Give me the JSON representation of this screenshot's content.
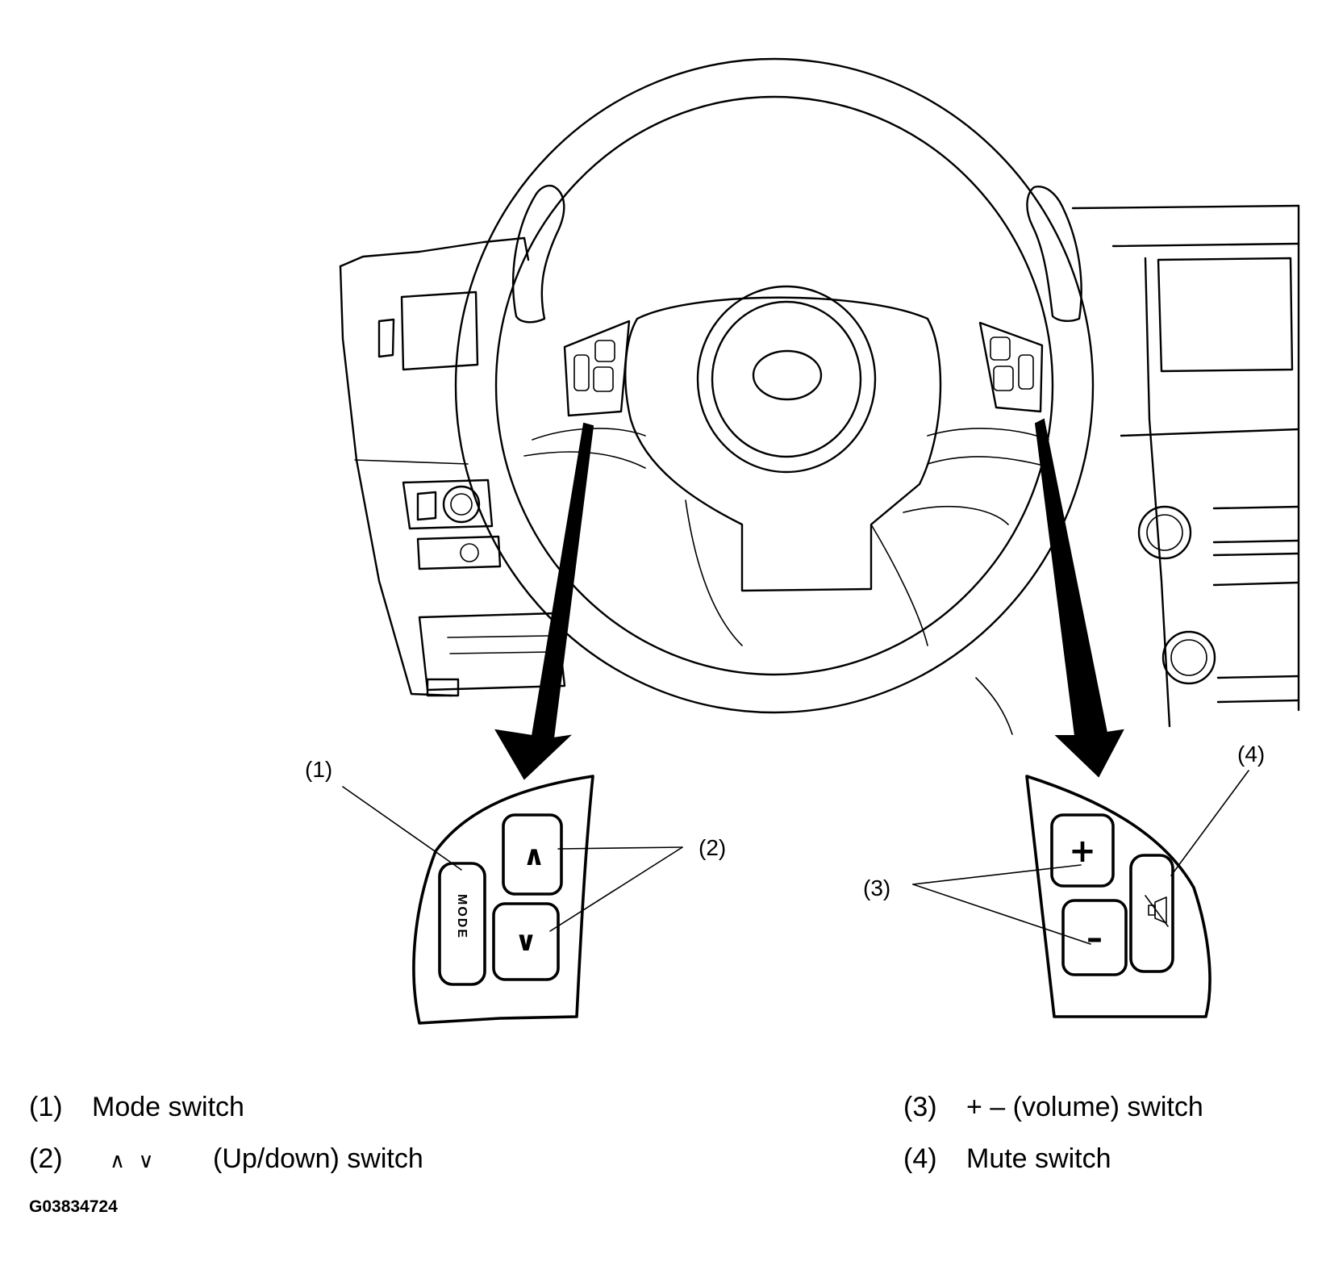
{
  "callouts": {
    "c1": "(1)",
    "c2": "(2)",
    "c3": "(3)",
    "c4": "(4)"
  },
  "buttons": {
    "mode": "MODE",
    "up": "∧",
    "down": "∨",
    "plus": "+",
    "minus": "–"
  },
  "legend": [
    {
      "num": "(1)",
      "text": "Mode switch"
    },
    {
      "num": "(2)",
      "symbols": "∧  ∨",
      "text": "(Up/down) switch"
    },
    {
      "num": "(3)",
      "text": "+ – (volume) switch"
    },
    {
      "num": "(4)",
      "text": "Mute switch"
    }
  ],
  "figure_code": "G03834724",
  "icons": {
    "mute_button": "speaker-muted-icon",
    "arrows": "pointer-arrow-icon"
  }
}
